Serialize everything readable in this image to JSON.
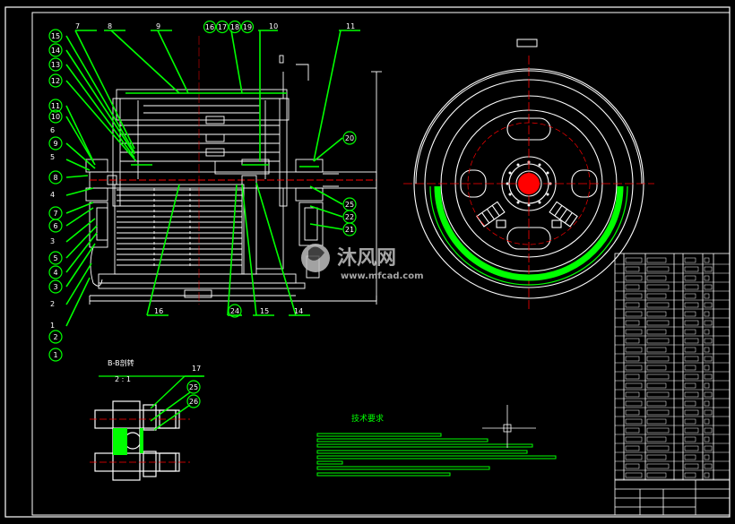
{
  "balloons_left": [
    "15",
    "14",
    "13",
    "12",
    "11",
    "10",
    "6",
    "9",
    "5",
    "8",
    "4",
    "7",
    "6",
    "3",
    "5",
    "4",
    "3",
    "2",
    "1",
    "2",
    "1"
  ],
  "balloons_top": [
    "7",
    "8",
    "9",
    "16",
    "17",
    "18",
    "19",
    "10",
    "11"
  ],
  "balloons_bottom": [
    "16",
    "24",
    "15",
    "14"
  ],
  "balloons_right": [
    "20",
    "25",
    "22",
    "21"
  ],
  "section_view": {
    "title": "B-B剖转",
    "scale": "2 : 1",
    "balloons": [
      "17",
      "25",
      "26"
    ]
  },
  "technical_requirements_title": "技术要求",
  "watermark": {
    "name": "沐风网",
    "url": "www.mfcad.com"
  },
  "colors": {
    "background": "#000000",
    "lines": "#ffffff",
    "leaders": "#00ff00",
    "centerlines": "#ff0000",
    "frame": "#ffffff"
  }
}
